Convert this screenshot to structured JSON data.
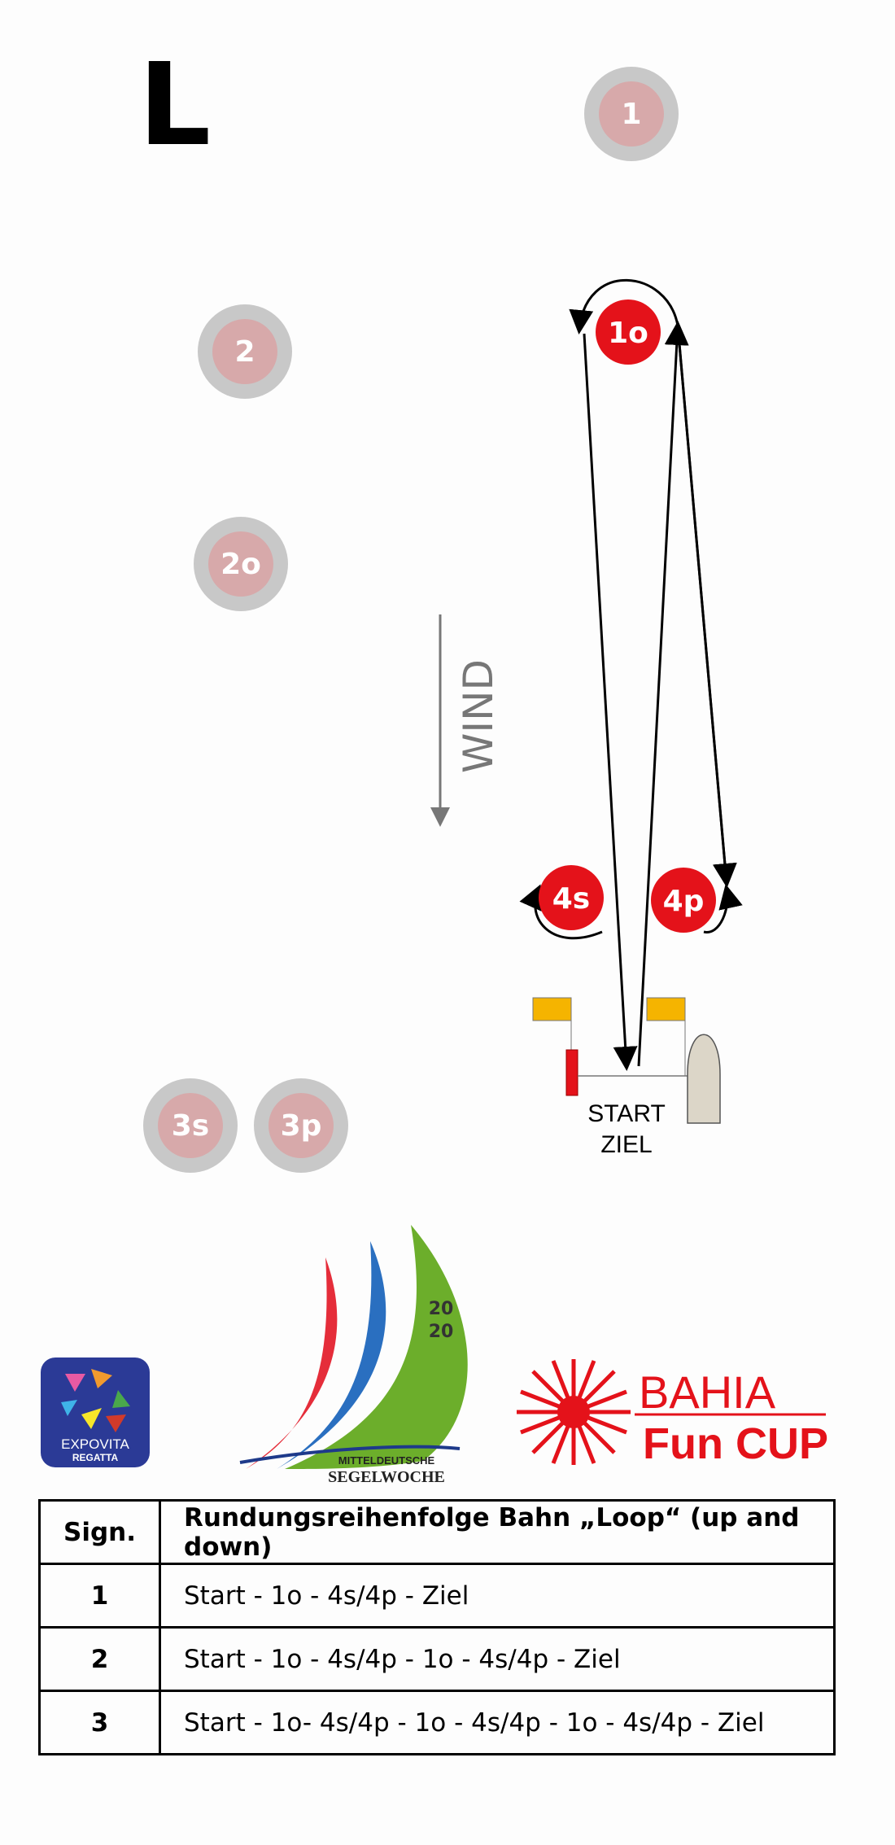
{
  "course_letter": "L",
  "wind_label": "WIND",
  "marks": {
    "inactive": [
      "1",
      "2",
      "2o",
      "3s",
      "3p"
    ],
    "active": [
      "1o",
      "4s",
      "4p"
    ]
  },
  "start_line": {
    "line1": "START",
    "line2": "ZIEL"
  },
  "logos": {
    "expovita": {
      "name": "EXPOVITA",
      "sub": "REGATTA"
    },
    "segelwoche": {
      "year_top": "20",
      "year_bottom": "20",
      "line1": "MITTELDEUTSCHE",
      "line2": "SEGELWOCHE"
    },
    "bahia": {
      "name": "BAHIA",
      "sub": "Fun CUP"
    }
  },
  "table": {
    "headers": [
      "Sign.",
      "Rundungsreihenfolge Bahn „Loop“ (up and down)"
    ],
    "rows": [
      {
        "sign": "1",
        "order": "Start  - 1o - 4s/4p - Ziel"
      },
      {
        "sign": "2",
        "order": "Start  - 1o - 4s/4p - 1o - 4s/4p - Ziel"
      },
      {
        "sign": "3",
        "order": "Start - 1o- 4s/4p - 1o - 4s/4p - 1o - 4s/4p - Ziel"
      }
    ]
  },
  "colors": {
    "active_mark": "#e4121a",
    "inactive_ring": "#c8c8c8",
    "inactive_fill": "#d7a9aa",
    "wind_arrow": "#777777",
    "flag": "#f5b400",
    "pin": "#e4121a",
    "boat": "#dcd6c8"
  }
}
